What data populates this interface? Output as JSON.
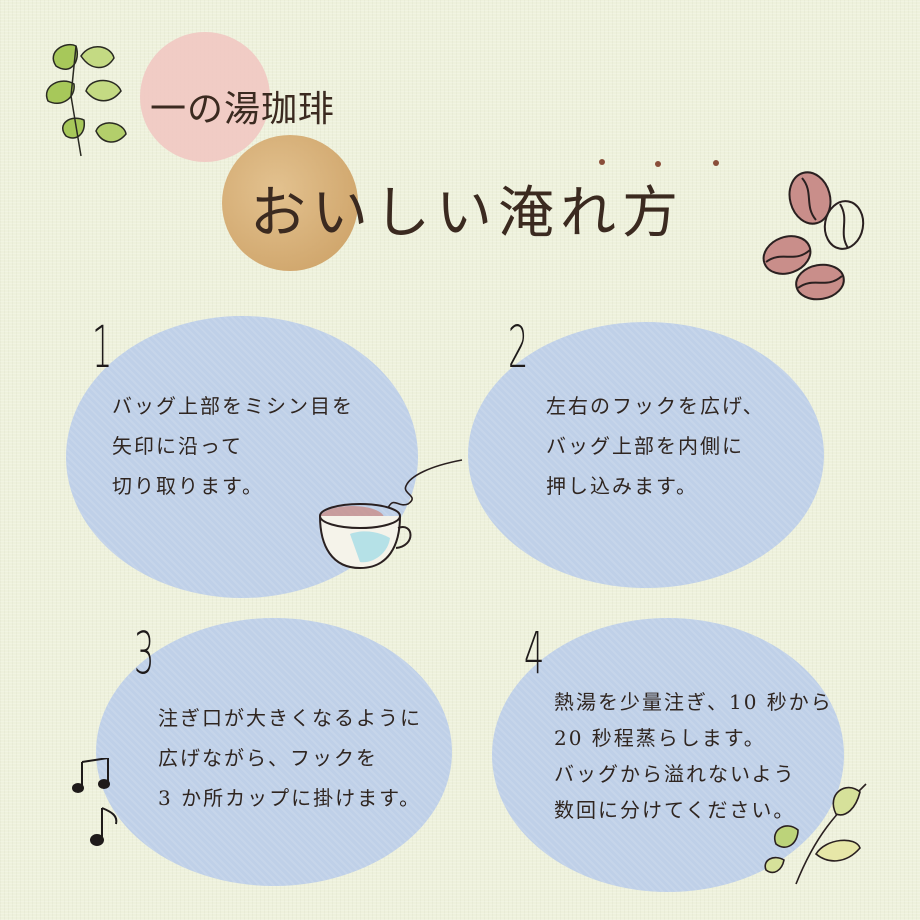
{
  "header": {
    "brand": "一の湯珈琲",
    "title": "おいしい淹れ方"
  },
  "steps": [
    {
      "number": "1",
      "lines": [
        "バッグ上部をミシン目を",
        "矢印に沿って",
        "切り取ります。"
      ]
    },
    {
      "number": "2",
      "lines": [
        "左右のフックを広げ、",
        "バッグ上部を内側に",
        "押し込みます。"
      ]
    },
    {
      "number": "3",
      "lines": [
        "注ぎ口が大きくなるように",
        "広げながら、フックを",
        "3 か所カップに掛けます。"
      ]
    },
    {
      "number": "4",
      "lines": [
        "熱湯を少量注ぎ、10 秒から",
        "20 秒程蒸らします。",
        "バッグから溢れないよう",
        "数回に分けてください。"
      ]
    }
  ],
  "colors": {
    "background": "#eef1dc",
    "blob": "#bfd0e8",
    "pink_circle": "#f0c7c2",
    "gold_circle": "#d7b07a",
    "leaf": "#a9c95a",
    "bean": "#c98e8a",
    "ink": "#2f2520"
  },
  "icons": [
    "leaves-icon",
    "coffee-beans-icon",
    "coffee-cup-icon",
    "music-notes-icon",
    "sprig-icon"
  ]
}
